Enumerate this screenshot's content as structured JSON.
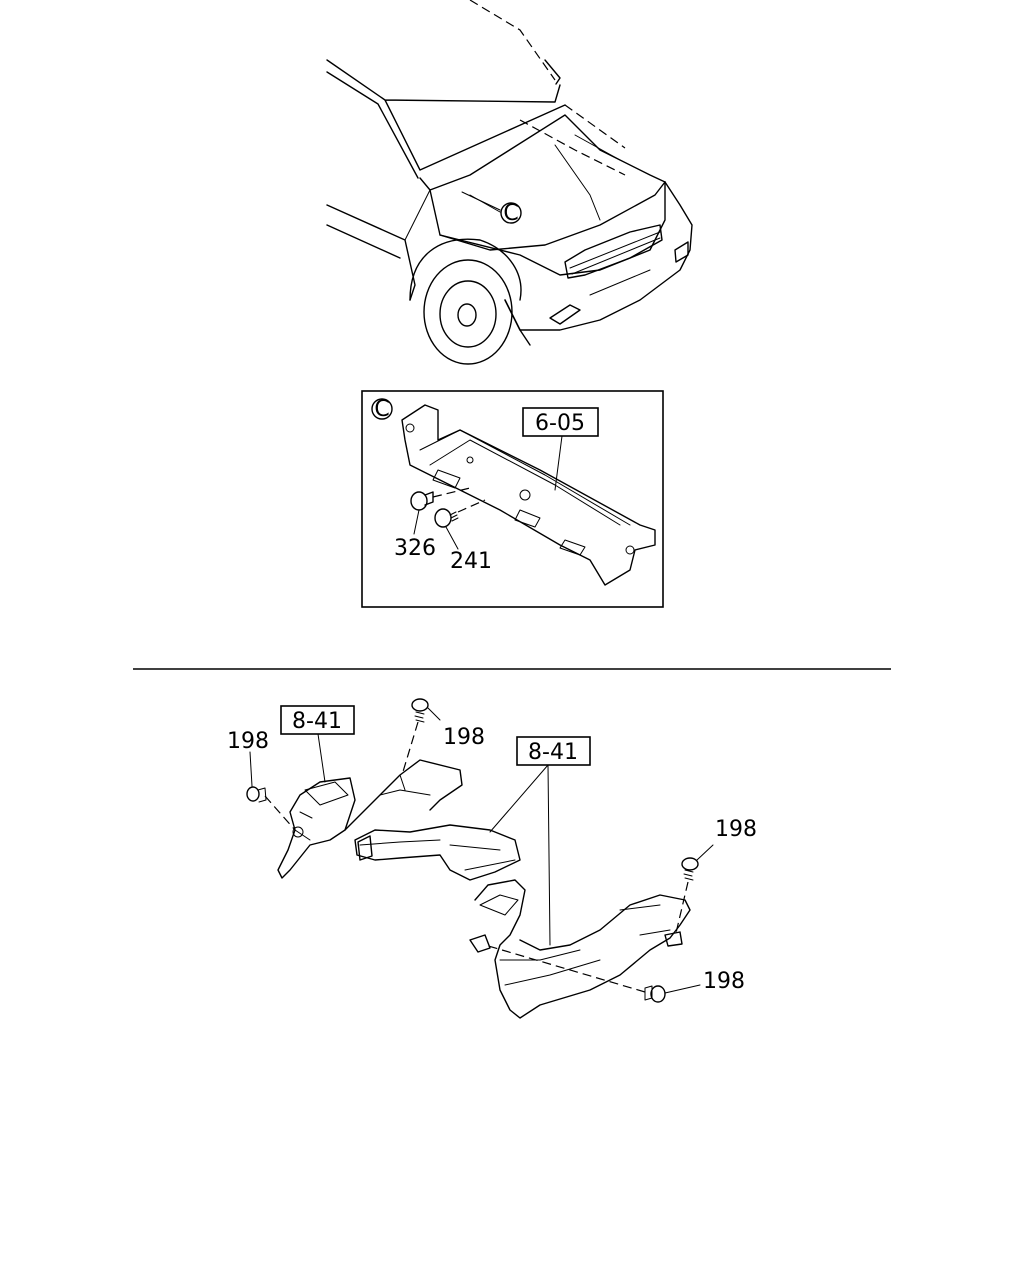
{
  "callout_marker": "C",
  "references": {
    "cowl_ref": "6-05",
    "duct_ref_left": "8-41",
    "duct_ref_right": "8-41"
  },
  "part_numbers": {
    "p326": "326",
    "p241": "241",
    "p198_a": "198",
    "p198_b": "198",
    "p198_c": "198",
    "p198_d": "198"
  }
}
